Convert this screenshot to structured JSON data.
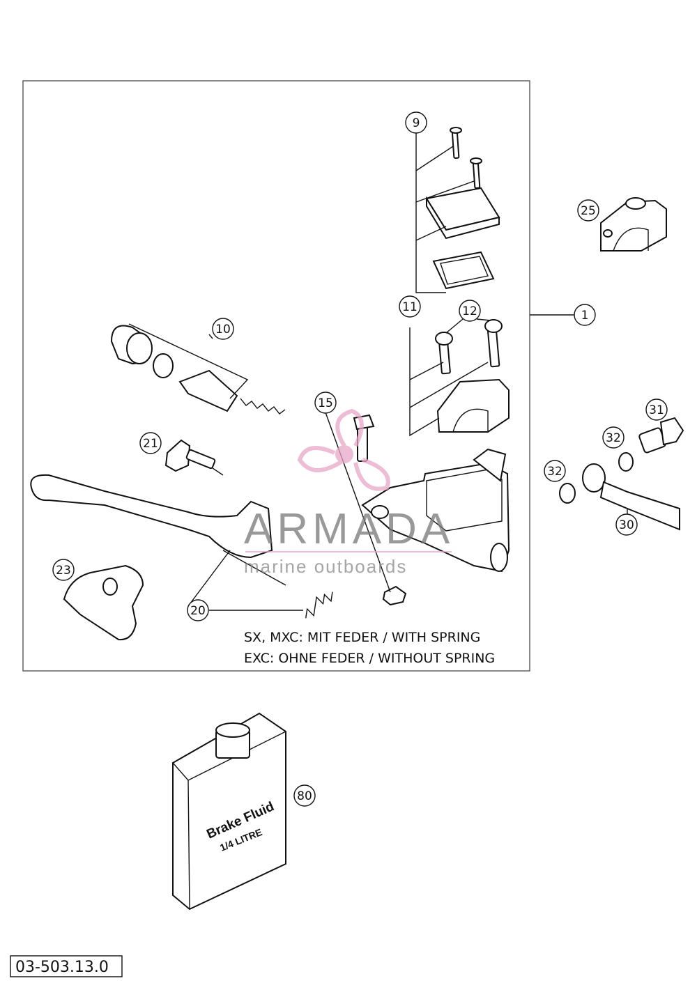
{
  "callouts": [
    "1",
    "9",
    "10",
    "11",
    "12",
    "15",
    "20",
    "21",
    "23",
    "25",
    "30",
    "31",
    "32",
    "32",
    "80"
  ],
  "notes": {
    "line1": "SX, MXC: MIT FEDER / WITH SPRING",
    "line2": "EXC: OHNE FEDER / WITHOUT SPRING"
  },
  "watermark": {
    "name": "ARMADA",
    "tagline": "marine outboards"
  },
  "can": {
    "line1": "Brake Fluid",
    "line2": "1/4 LITRE"
  },
  "drawing_code": "03-503.13.0",
  "colors": {
    "ink": "#111111",
    "watermark_pink": "#e8a6c8",
    "watermark_gray": "#777777"
  }
}
